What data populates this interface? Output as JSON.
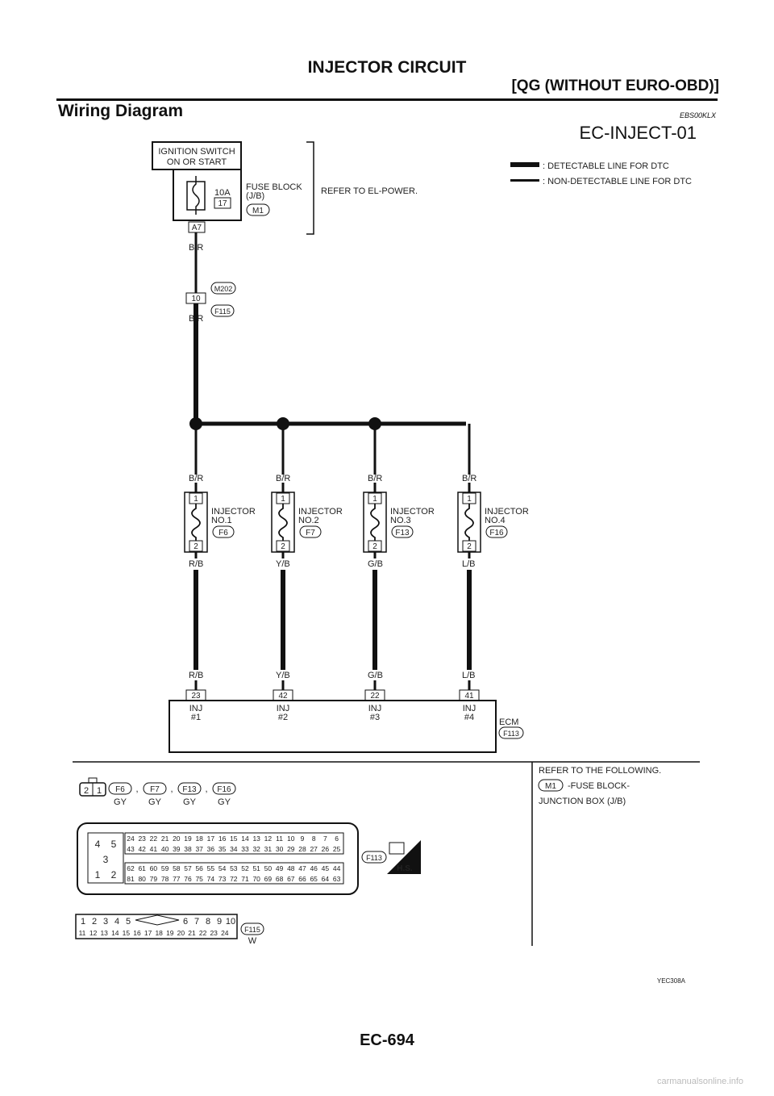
{
  "header": {
    "title": "INJECTOR CIRCUIT",
    "subtitle": "[QG (WITHOUT EURO-OBD)]",
    "section_title": "Wiring Diagram",
    "section_code": "EBS00KLX",
    "diagram_id": "EC-INJECT-01"
  },
  "legend": {
    "detectable": ": DETECTABLE LINE FOR DTC",
    "non_detectable": ": NON-DETECTABLE LINE FOR DTC"
  },
  "power": {
    "switch_line1": "IGNITION SWITCH",
    "switch_line2": "ON OR START",
    "fuse_amp": "10A",
    "fuse_no": "17",
    "fuse_block_line1": "FUSE BLOCK",
    "fuse_block_line2": "(J/B)",
    "fuse_connector": "M1",
    "fuse_terminal": "A7",
    "refer": "REFER TO EL-POWER.",
    "wire_color": "B/R",
    "joint_terminal": "10",
    "joint_connector_top": "M202",
    "joint_connector_bottom": "F115",
    "joint_wire_color": "B/R"
  },
  "injectors": [
    {
      "top_color": "B/R",
      "name_line1": "INJECTOR",
      "name_line2": "NO.1",
      "connector": "F6",
      "pin_top": "1",
      "pin_bottom": "2",
      "bottom_color": "R/B",
      "ecm_color": "R/B",
      "ecm_pin": "23",
      "ecm_label1": "INJ",
      "ecm_label2": "#1"
    },
    {
      "top_color": "B/R",
      "name_line1": "INJECTOR",
      "name_line2": "NO.2",
      "connector": "F7",
      "pin_top": "1",
      "pin_bottom": "2",
      "bottom_color": "Y/B",
      "ecm_color": "Y/B",
      "ecm_pin": "42",
      "ecm_label1": "INJ",
      "ecm_label2": "#2"
    },
    {
      "top_color": "B/R",
      "name_line1": "INJECTOR",
      "name_line2": "NO.3",
      "connector": "F13",
      "pin_top": "1",
      "pin_bottom": "2",
      "bottom_color": "G/B",
      "ecm_color": "G/B",
      "ecm_pin": "22",
      "ecm_label1": "INJ",
      "ecm_label2": "#3"
    },
    {
      "top_color": "B/R",
      "name_line1": "INJECTOR",
      "name_line2": "NO.4",
      "connector": "F16",
      "pin_top": "1",
      "pin_bottom": "2",
      "bottom_color": "L/B",
      "ecm_color": "L/B",
      "ecm_pin": "41",
      "ecm_label1": "INJ",
      "ecm_label2": "#4"
    }
  ],
  "ecm": {
    "label": "ECM",
    "connector": "F113"
  },
  "connectors_area": {
    "small_pins": [
      "2",
      "1"
    ],
    "small_connectors": [
      {
        "name": "F6",
        "color": "GY"
      },
      {
        "name": "F7",
        "color": "GY"
      },
      {
        "name": "F13",
        "color": "GY"
      },
      {
        "name": "F16",
        "color": "GY"
      }
    ],
    "separator": ",",
    "ecm_connector": "F113",
    "ecm_left_pins": [
      "4",
      "5",
      "3",
      "1",
      "2"
    ],
    "ecm_rows": [
      [
        "24",
        "23",
        "22",
        "21",
        "20",
        "19",
        "18",
        "17",
        "16",
        "15",
        "14",
        "13",
        "12",
        "11",
        "10",
        "9",
        "8",
        "7",
        "6"
      ],
      [
        "43",
        "42",
        "41",
        "40",
        "39",
        "38",
        "37",
        "36",
        "35",
        "34",
        "33",
        "32",
        "31",
        "30",
        "29",
        "28",
        "27",
        "26",
        "25"
      ],
      [
        "62",
        "61",
        "60",
        "59",
        "58",
        "57",
        "56",
        "55",
        "54",
        "53",
        "52",
        "51",
        "50",
        "49",
        "48",
        "47",
        "46",
        "45",
        "44"
      ],
      [
        "81",
        "80",
        "79",
        "78",
        "77",
        "76",
        "75",
        "74",
        "73",
        "72",
        "71",
        "70",
        "69",
        "68",
        "67",
        "66",
        "65",
        "64",
        "63"
      ]
    ],
    "hs_label": "H.S.",
    "f115_top_left": [
      "1",
      "2",
      "3",
      "4",
      "5"
    ],
    "f115_top_right": [
      "6",
      "7",
      "8",
      "9",
      "10"
    ],
    "f115_bottom": [
      "11",
      "12",
      "13",
      "14",
      "15",
      "16",
      "17",
      "18",
      "19",
      "20",
      "21",
      "22",
      "23",
      "24"
    ],
    "f115_name": "F115",
    "f115_color": "W",
    "refer_line1": "REFER TO THE FOLLOWING.",
    "refer_connector": "M1",
    "refer_line2": "-FUSE BLOCK-",
    "refer_line3": "JUNCTION BOX (J/B)"
  },
  "figure_code": "YEC308A",
  "footer": {
    "page": "EC-694",
    "url": "carmanualsonline.info"
  }
}
